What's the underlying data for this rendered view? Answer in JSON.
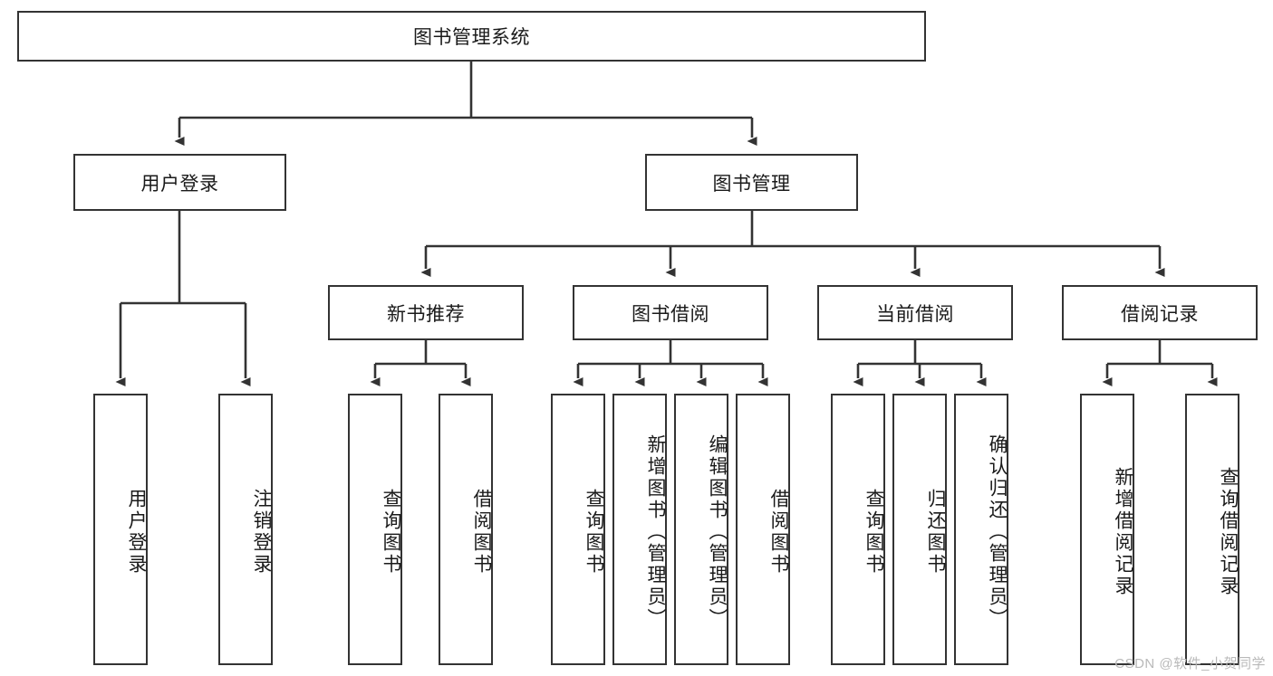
{
  "diagram": {
    "type": "tree",
    "title": "图书管理系统",
    "root": {
      "label": "图书管理系统"
    },
    "level2": [
      {
        "label": "用户登录"
      },
      {
        "label": "图书管理"
      }
    ],
    "level3": [
      {
        "label": "新书推荐"
      },
      {
        "label": "图书借阅"
      },
      {
        "label": "当前借阅"
      },
      {
        "label": "借阅记录"
      }
    ],
    "leaves": {
      "user_login": [
        {
          "label": "用户登录"
        },
        {
          "label": "注销登录"
        }
      ],
      "new_book_recommend": [
        {
          "label": "查询图书"
        },
        {
          "label": "借阅图书"
        }
      ],
      "book_borrow": [
        {
          "label": "查询图书"
        },
        {
          "label": "新增图书（管理员）"
        },
        {
          "label": "编辑图书（管理员）"
        },
        {
          "label": "借阅图书"
        }
      ],
      "current_borrow": [
        {
          "label": "查询图书"
        },
        {
          "label": "归还图书"
        },
        {
          "label": "确认归还（管理员）"
        }
      ],
      "borrow_record": [
        {
          "label": "新增借阅记录"
        },
        {
          "label": "查询借阅记录"
        }
      ]
    }
  },
  "watermark": {
    "text": "CSDN @软件_小贺同学"
  },
  "colors": {
    "border": "#333333",
    "background": "#ffffff",
    "text": "#1a1a1a",
    "watermark": "#b9b9b9"
  }
}
